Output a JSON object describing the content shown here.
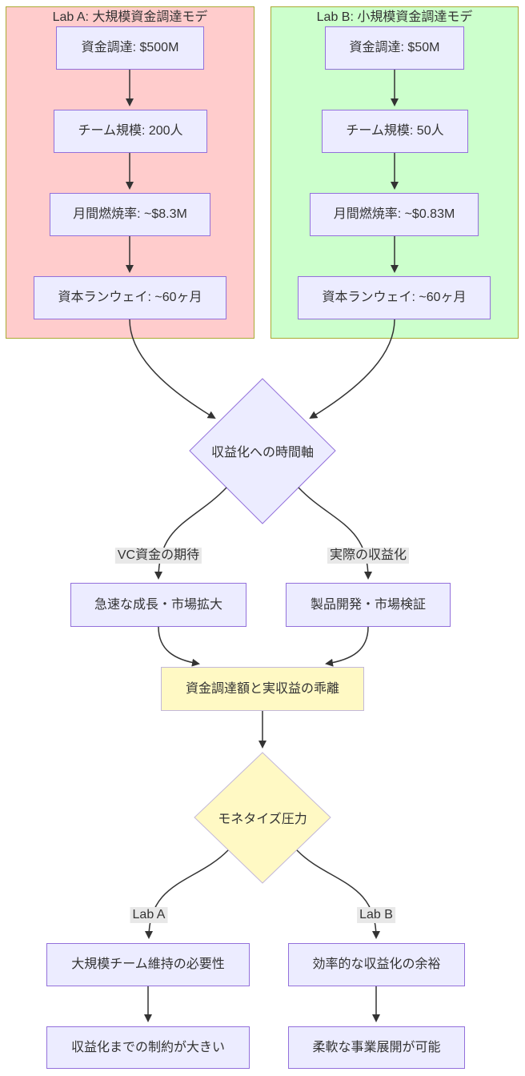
{
  "colors": {
    "lab_a_fill": "#ffcccc",
    "lab_b_fill": "#ccffcc",
    "cluster_border": "#aaaa33",
    "node_fill": "#ececff",
    "node_border": "#9370db",
    "highlight_fill": "#fff9c4",
    "highlight_border": "#c3b8d8",
    "edge_color": "#333333",
    "edge_label_bg": "#e8e8e8",
    "text_color": "#333333"
  },
  "clusters": {
    "lab_a": {
      "title": "Lab A: 大規模資金調達モデ"
    },
    "lab_b": {
      "title": "Lab B: 小規模資金調達モデ"
    }
  },
  "nodes": {
    "a1": "資金調達: $500M",
    "a2": "チーム規模: 200人",
    "a3": "月間燃焼率: ~$8.3M",
    "a4": "資本ランウェイ: ~60ヶ月",
    "b1": "資金調達: $50M",
    "b2": "チーム規模: 50人",
    "b3": "月間燃焼率: ~$0.83M",
    "b4": "資本ランウェイ: ~60ヶ月",
    "c": "収益化への時間軸",
    "d1": "急速な成長・市場拡大",
    "d2": "製品開発・市場検証",
    "e": "資金調達額と実収益の乖離",
    "f": "モネタイズ圧力",
    "g1": "大規模チーム維持の必要性",
    "g2": "効率的な収益化の余裕",
    "h1": "収益化までの制約が大きい",
    "h2": "柔軟な事業展開が可能"
  },
  "edge_labels": {
    "vc_expectation": "VC資金の期待",
    "actual_monetization": "実際の収益化",
    "lab_a": "Lab A",
    "lab_b": "Lab B"
  }
}
